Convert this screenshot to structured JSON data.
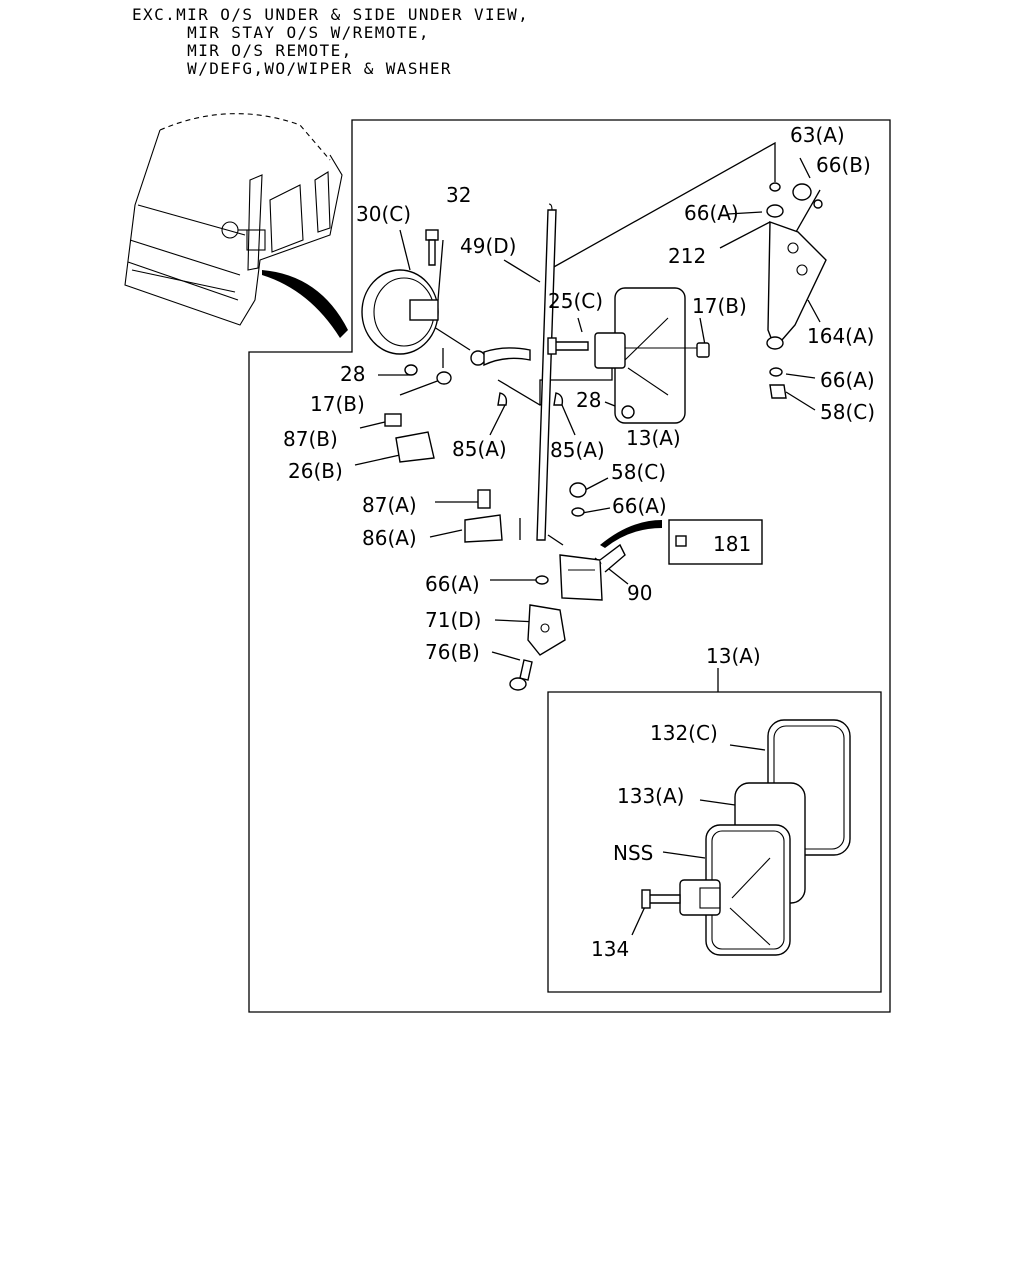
{
  "header": {
    "line1": "EXC.MIR O/S UNDER & SIDE UNDER VIEW,",
    "line2": "     MIR STAY O/S W/REMOTE,",
    "line3": "     MIR O/S REMOTE,",
    "line4": "     W/DEFG,WO/WIPER & WASHER"
  },
  "callouts": {
    "c63a": "63(A)",
    "c66b": "66(B)",
    "c66a_top": "66(A)",
    "c212": "212",
    "c164a": "164(A)",
    "c66a_right": "66(A)",
    "c58c_right": "58(C)",
    "c30c": "30(C)",
    "c32": "32",
    "c49d": "49(D)",
    "c25c": "25(C)",
    "c17b_top": "17(B)",
    "c28_left": "28",
    "c17b_left": "17(B)",
    "c87b": "87(B)",
    "c26b": "26(B)",
    "c85a_left": "85(A)",
    "c85a_right": "85(A)",
    "c28_mid": "28",
    "c13a_mid": "13(A)",
    "c58c_mid": "58(C)",
    "c66a_mid": "66(A)",
    "c87a": "87(A)",
    "c86a": "86(A)",
    "c181": "181",
    "c66a_low": "66(A)",
    "c90": "90",
    "c71d": "71(D)",
    "c76b": "76(B)",
    "c13a_detail": "13(A)",
    "c132c": "132(C)",
    "c133a": "133(A)",
    "cnss": "NSS",
    "c134": "134"
  }
}
